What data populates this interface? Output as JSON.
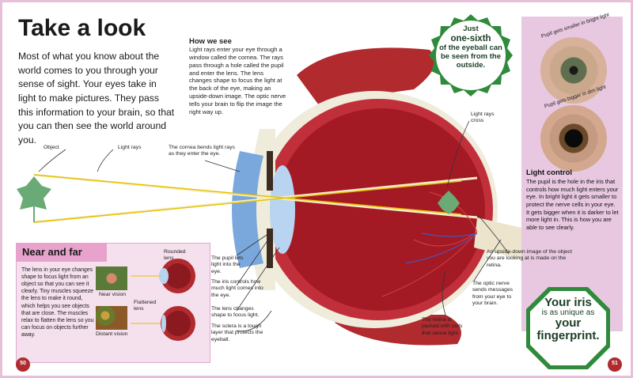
{
  "title": "Take a look",
  "intro": "Most of what you know about the world comes to you through your sense of sight. Your eyes take in light to make pictures. They pass this information to your brain, so that you can then see the world around you.",
  "how": {
    "title": "How we see",
    "body": "Light rays enter your eye through a window called the cornea. The rays pass through a hole called the pupil and enter the lens. The lens changes shape to focus the light at the back of the eye, making an upside-down image. The optic nerve tells your brain to flip the image the right way up."
  },
  "fact_sixth": {
    "line1": "Just",
    "line2": "one-sixth",
    "line3": "of the eyeball can be seen from the outside."
  },
  "labels": {
    "object": "Object",
    "light_rays": "Light rays",
    "cornea": "The cornea bends light rays as they enter the eye.",
    "rays_cross": "Light rays cross",
    "pupil": "The pupil lets light into the eye.",
    "iris": "The iris controls how much light comes into the eye.",
    "lens": "The lens changes shape to focus light.",
    "sclera": "The sclera is a tough layer that protects the eyeball.",
    "retina": "The retina is packed with cells that sense light.",
    "optic_nerve": "The optic nerve sends messages from your eye to your brain.",
    "upside_down": "An upside-down image of the object you are looking at is made on the retina."
  },
  "right_panel": {
    "caption_bright": "Pupil gets smaller in bright light",
    "caption_dim": "Pupil gets bigger in dim light",
    "title": "Light control",
    "body": "The pupil is the hole in the iris that controls how much light enters your eye. In bright light it gets smaller to protect the nerve cells in your eye. It gets bigger when it is darker to let more light in. This is how you are able to see clearly."
  },
  "near_far": {
    "title": "Near and far",
    "body": "The lens in your eye changes shape to focus light from an object so that you can see it clearly. Tiny muscles squeeze the lens to make it round, which helps you see objects that are close. The muscles relax to flatten the lens so you can focus on objects further away.",
    "rounded_lens": "Rounded lens",
    "near_vision": "Near vision",
    "flattened_lens": "Flattened lens",
    "distant_vision": "Distant vision"
  },
  "fact_iris": {
    "line1": "Your iris",
    "line2": "is as unique as",
    "line3": "your",
    "line4": "fingerprint."
  },
  "page_left": "50",
  "page_right": "51",
  "colors": {
    "sclera_red": "#b3202a",
    "inner_red": "#a41a24",
    "cornea_blue": "#7aa8dc",
    "badge_green": "#2f8a3c",
    "panel_pink": "#e8c8e0",
    "ray_yellow": "#e6c200"
  }
}
